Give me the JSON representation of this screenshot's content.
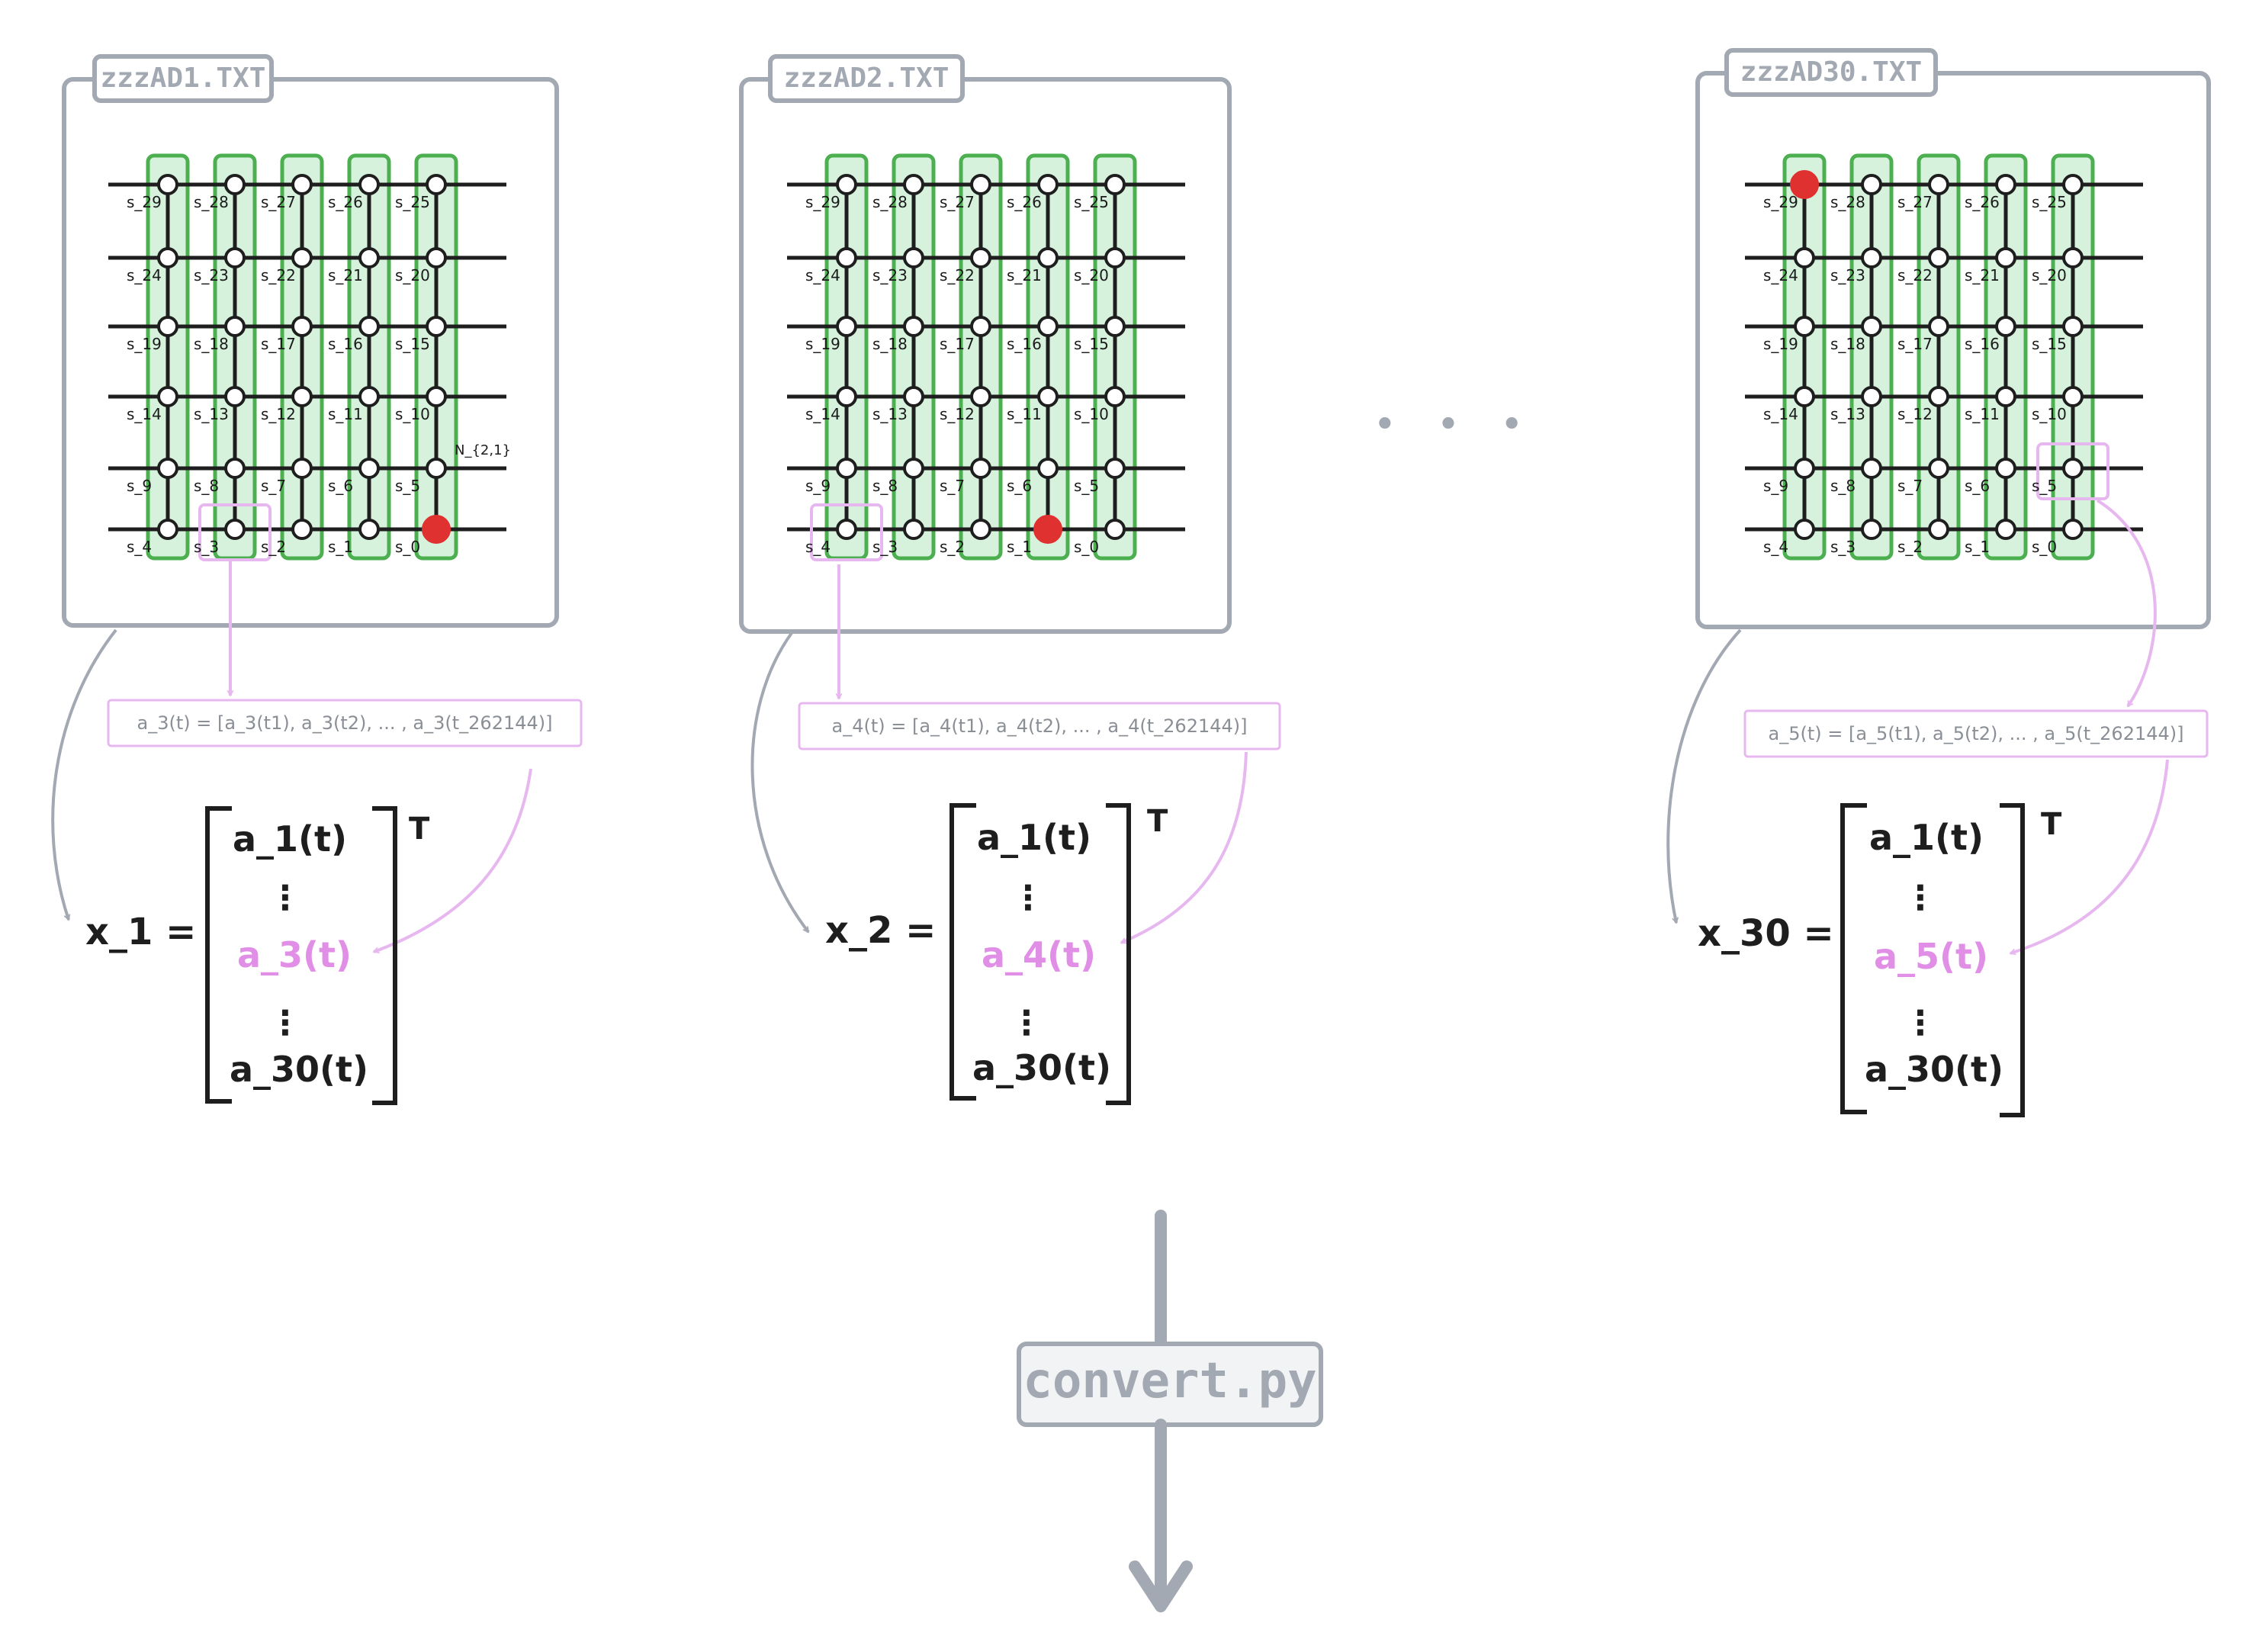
{
  "colors": {
    "frame": "#a3a9b2",
    "grid": "#1e1e1e",
    "column_fill": "#d6f2dc",
    "column_stroke": "#4caf50",
    "highlight": "#e7b7ef",
    "highlight_text": "#e08ee6",
    "red_node": "#e03131",
    "arrow_gray": "#a3a9b2"
  },
  "node_labels": [
    [
      "s_29",
      "s_28",
      "s_27",
      "s_26",
      "s_25"
    ],
    [
      "s_24",
      "s_23",
      "s_22",
      "s_21",
      "s_20"
    ],
    [
      "s_19",
      "s_18",
      "s_17",
      "s_16",
      "s_15"
    ],
    [
      "s_14",
      "s_13",
      "s_12",
      "s_11",
      "s_10"
    ],
    [
      "s_9",
      "s_8",
      "s_7",
      "s_6",
      "s_5"
    ],
    [
      "s_4",
      "s_3",
      "s_2",
      "s_1",
      "s_0"
    ]
  ],
  "panels": [
    {
      "file_name": "zzzAD1.TXT",
      "red_node": {
        "row": 5,
        "col": 4
      },
      "highlight_node": {
        "row": 5,
        "col": 1
      },
      "annotation": "N_{2,1}",
      "formula": "a_3(t) = [a_3(t1), a_3(t2), ... , a_3(t_262144)]",
      "lhs": "x_1 =",
      "vector": {
        "first": "a_1(t)",
        "highlight": "a_3(t)",
        "last": "a_30(t)",
        "dots": "⋮",
        "transpose": "T"
      }
    },
    {
      "file_name": "zzzAD2.TXT",
      "red_node": {
        "row": 5,
        "col": 3
      },
      "highlight_node": {
        "row": 5,
        "col": 0
      },
      "annotation": "",
      "formula": "a_4(t) = [a_4(t1), a_4(t2), ... , a_4(t_262144)]",
      "lhs": "x_2 =",
      "vector": {
        "first": "a_1(t)",
        "highlight": "a_4(t)",
        "last": "a_30(t)",
        "dots": "⋮",
        "transpose": "T"
      }
    },
    {
      "file_name": "zzzAD30.TXT",
      "red_node": {
        "row": 0,
        "col": 0
      },
      "highlight_node": {
        "row": 4,
        "col": 4
      },
      "annotation": "",
      "formula": "a_5(t) = [a_5(t1), a_5(t2), ... , a_5(t_262144)]",
      "lhs": "x_30 =",
      "vector": {
        "first": "a_1(t)",
        "highlight": "a_5(t)",
        "last": "a_30(t)",
        "dots": "⋮",
        "transpose": "T"
      }
    }
  ],
  "ellipsis": "• • •",
  "process": {
    "label": "convert.py"
  }
}
